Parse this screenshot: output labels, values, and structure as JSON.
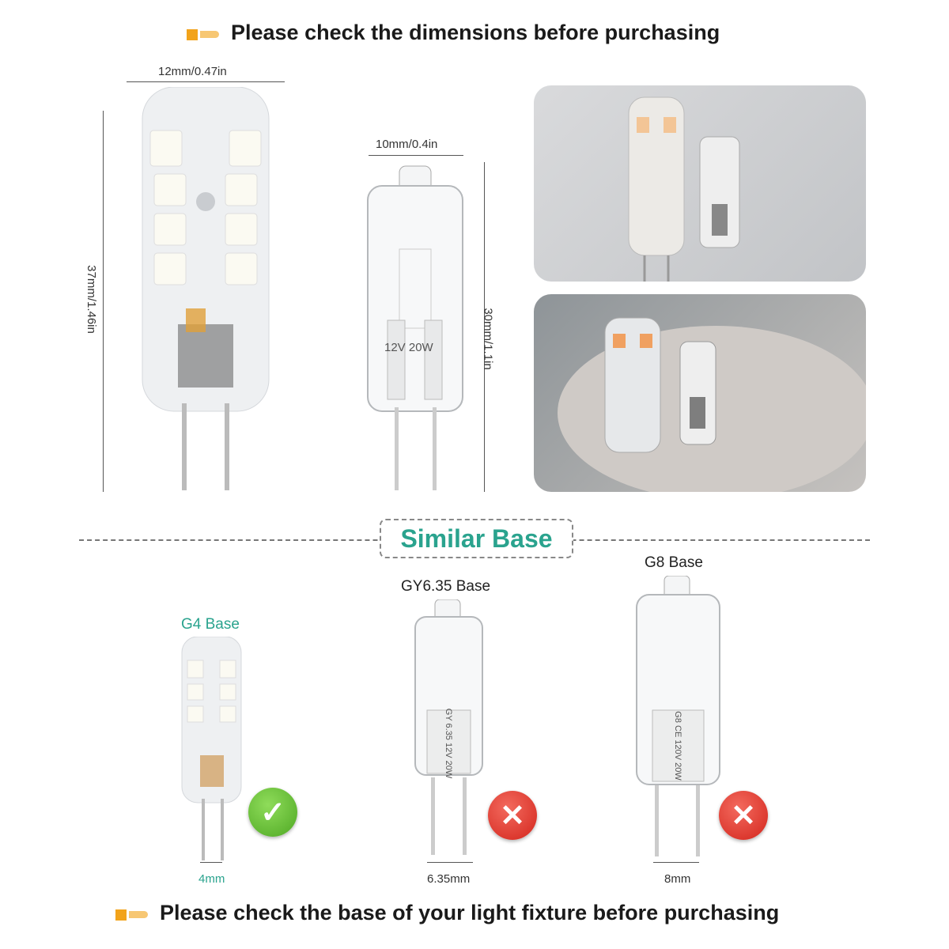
{
  "header": {
    "title": "Please check the dimensions before purchasing",
    "icon": "pointing-hand-icon"
  },
  "dimensions": {
    "led_width": "12mm/0.47in",
    "led_height": "37mm/1.46in",
    "halogen_width": "10mm/0.4in",
    "halogen_height": "30mm/1.1in",
    "halogen_marking": "12V 20W"
  },
  "section": {
    "title": "Similar Base"
  },
  "bases": [
    {
      "label": "G4 Base",
      "pin_spacing": "4mm",
      "status": "compatible",
      "icon": "check-icon"
    },
    {
      "label": "GY6.35 Base",
      "pin_spacing": "6.35mm",
      "status": "incompatible",
      "icon": "x-icon",
      "marking": "GY 6.35  12V 20W"
    },
    {
      "label": "G8 Base",
      "pin_spacing": "8mm",
      "status": "incompatible",
      "icon": "x-icon",
      "marking": "G8 CE  120V 20W"
    }
  ],
  "footer": {
    "title": "Please check the base of your light fixture before purchasing",
    "icon": "pointing-hand-icon"
  },
  "colors": {
    "accent": "#2aa38e",
    "check": "#5cb82e",
    "cross": "#e0342b",
    "hand": "#f2a31b"
  }
}
